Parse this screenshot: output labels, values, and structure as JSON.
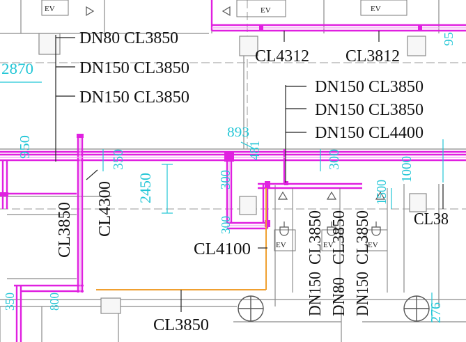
{
  "colors": {
    "background": "#ffffff",
    "pipe_magenta": "#e020e0",
    "pipe_light": "#f0a0f0",
    "cable_orange": "#f0a030",
    "dimension_cyan": "#22c6d6",
    "wall_gray": "#8a8a8a",
    "text_black": "#111111"
  },
  "labels": {
    "tl_1": "DN80 CL3850",
    "tl_2": "DN150 CL3850",
    "tl_3": "DN150 CL3850",
    "cl4312": "CL4312",
    "cl3812": "CL3812",
    "mr_1": "DN150 CL3850",
    "mr_2": "DN150 CL3850",
    "mr_3": "DN150 CL4400",
    "v_cl3850_left": "CL3850",
    "v_cl4300": "CL4300",
    "cl4100": "CL4100",
    "cl3850_bottom": "CL3850",
    "cl38_right": "CL38",
    "v_col1_a": "DN150",
    "v_col1_b": "CL3850",
    "v_col2_a": "DN80",
    "v_col2_b": "CL3850",
    "v_col3_a": "DN150",
    "v_col3_b": "CL3850"
  },
  "dimensions": {
    "d2870": "2870",
    "d950": "950",
    "d350a": "350",
    "d2450": "2450",
    "d893": "893",
    "d481": "481",
    "d300a": "300",
    "d300b": "300",
    "d1000": "1000",
    "d1500": "1500",
    "d276": "276",
    "d350b": "350",
    "d800": "800",
    "d95": "95",
    "d300c": "300"
  },
  "ev_tag": "EV",
  "icons": [
    "ev-charger-plug-icon",
    "column-circle-icon",
    "arrow-triangle-icon"
  ]
}
